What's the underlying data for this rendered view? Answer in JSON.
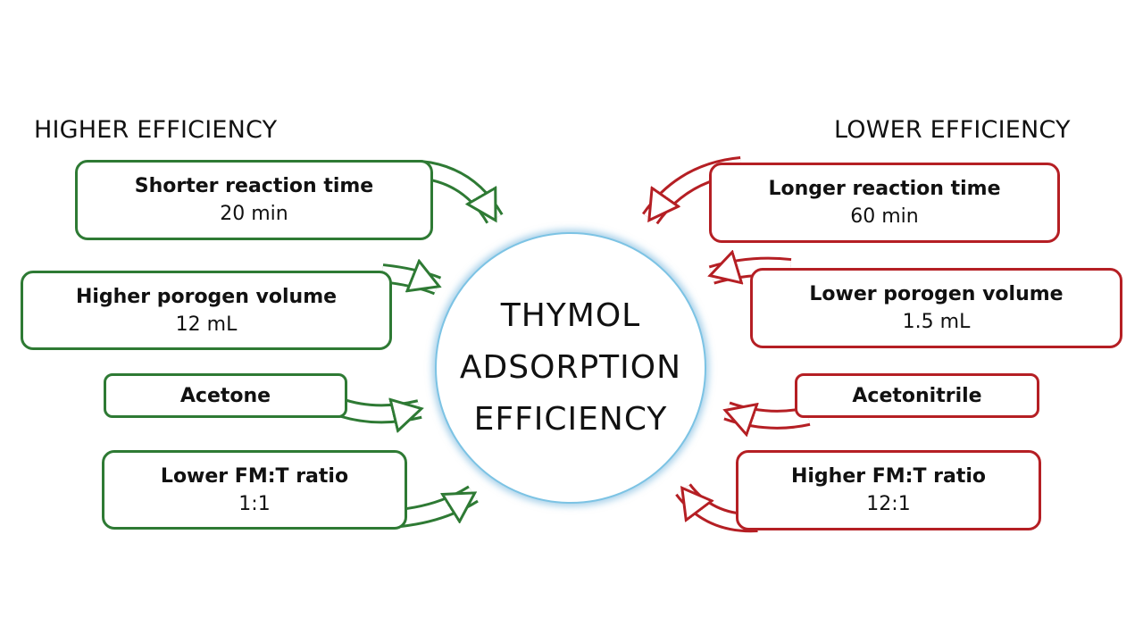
{
  "headings": {
    "left": "HIGHER EFFICIENCY",
    "right": "LOWER EFFICIENCY"
  },
  "center": {
    "label": "THYMOL\nADSORPTION\nEFFICIENCY"
  },
  "higher_efficiency": [
    {
      "title": "Shorter reaction time",
      "value": "20 min"
    },
    {
      "title": "Higher porogen volume",
      "value": "12 mL"
    },
    {
      "title": "Acetone",
      "value": ""
    },
    {
      "title": "Lower FM:T ratio",
      "value": "1:1"
    }
  ],
  "lower_efficiency": [
    {
      "title": "Longer reaction time",
      "value": "60 min"
    },
    {
      "title": "Lower porogen volume",
      "value": "1.5 mL"
    },
    {
      "title": "Acetonitrile",
      "value": ""
    },
    {
      "title": "Higher FM:T ratio",
      "value": "12:1"
    }
  ],
  "colors": {
    "higher": "#2e7a34",
    "lower": "#b51f24",
    "circle_border": "#7cc3e4"
  }
}
